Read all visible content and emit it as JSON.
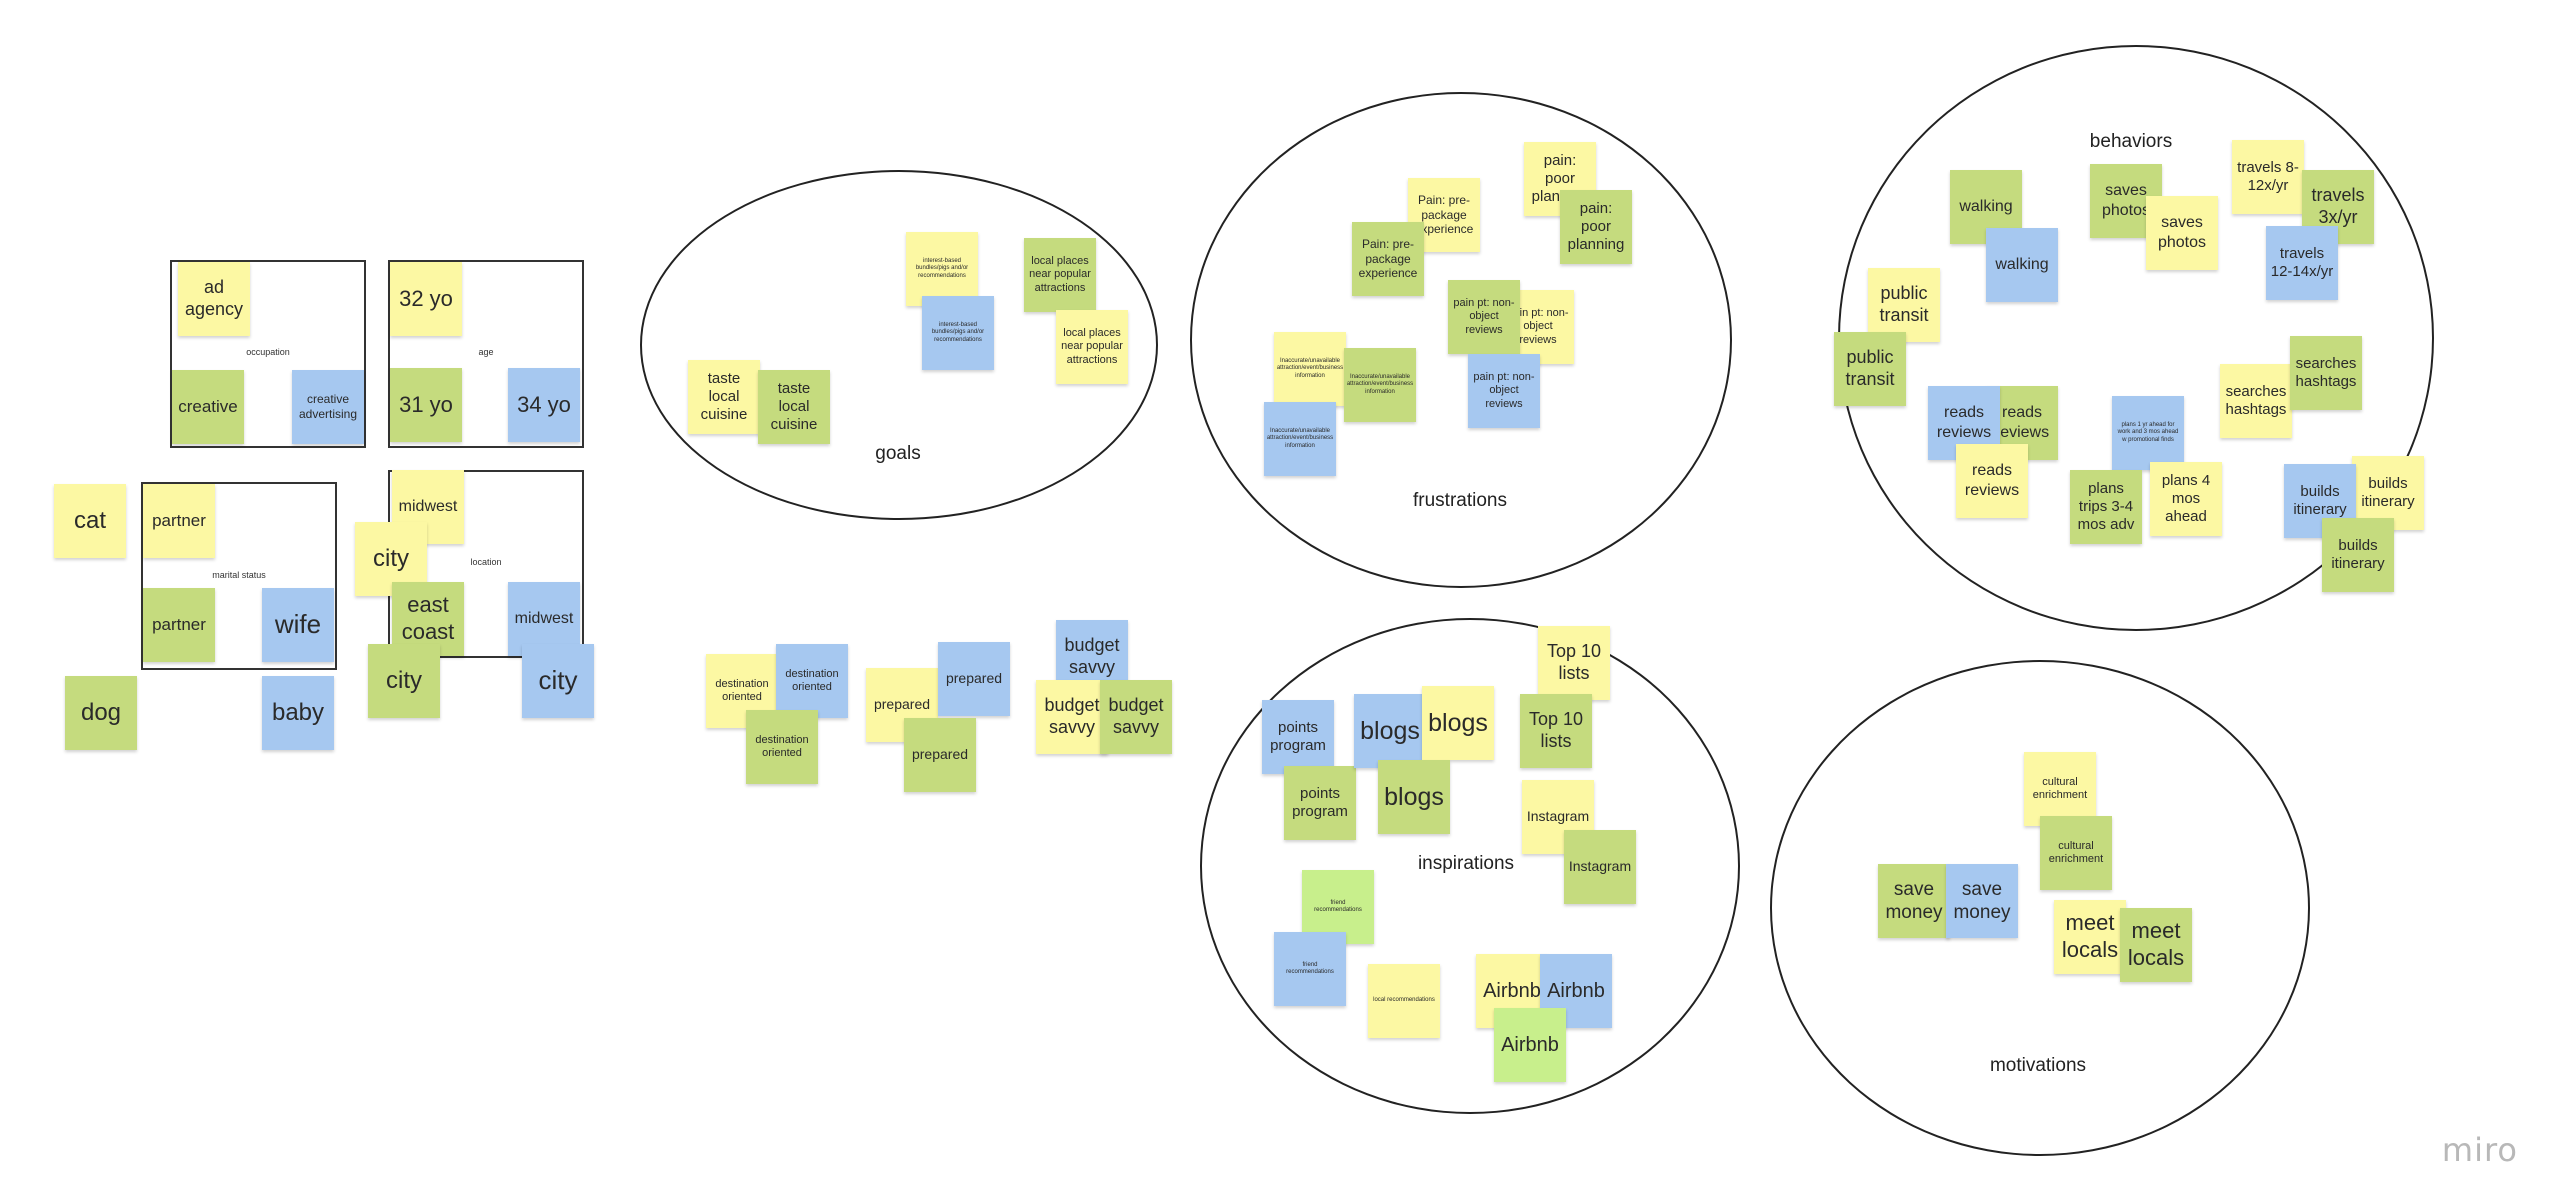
{
  "frames": [
    {
      "id": "occupation",
      "label": "occupation"
    },
    {
      "id": "age",
      "label": "age"
    },
    {
      "id": "marital",
      "label": "marital status"
    },
    {
      "id": "location",
      "label": "location"
    }
  ],
  "clusters": [
    {
      "id": "goals",
      "label": "goals"
    },
    {
      "id": "frustrations",
      "label": "frustrations"
    },
    {
      "id": "behaviors",
      "label": "behaviors"
    },
    {
      "id": "inspirations",
      "label": "inspirations"
    },
    {
      "id": "motivations",
      "label": "motivations"
    }
  ],
  "notes": [
    {
      "text": "ad agency",
      "color": "yellow"
    },
    {
      "text": "creative",
      "color": "green"
    },
    {
      "text": "creative advertising",
      "color": "blue"
    },
    {
      "text": "32 yo",
      "color": "yellow"
    },
    {
      "text": "31 yo",
      "color": "green"
    },
    {
      "text": "34 yo",
      "color": "blue"
    },
    {
      "text": "cat",
      "color": "yellow"
    },
    {
      "text": "dog",
      "color": "green"
    },
    {
      "text": "partner",
      "color": "yellow"
    },
    {
      "text": "partner",
      "color": "green"
    },
    {
      "text": "wife",
      "color": "blue"
    },
    {
      "text": "baby",
      "color": "blue"
    },
    {
      "text": "midwest",
      "color": "yellow"
    },
    {
      "text": "city",
      "color": "yellow"
    },
    {
      "text": "east coast",
      "color": "green"
    },
    {
      "text": "city",
      "color": "green"
    },
    {
      "text": "midwest",
      "color": "blue"
    },
    {
      "text": "city",
      "color": "blue"
    },
    {
      "text": "taste local cuisine",
      "color": "yellow"
    },
    {
      "text": "taste local cuisine",
      "color": "green"
    },
    {
      "text": "interest-based bundles/pigs and/or recommendations",
      "color": "yellow"
    },
    {
      "text": "interest-based bundles/pigs and/or recommendations",
      "color": "blue"
    },
    {
      "text": "local places near popular attractions",
      "color": "green"
    },
    {
      "text": "local places near popular attractions",
      "color": "yellow"
    },
    {
      "text": "destination oriented",
      "color": "yellow"
    },
    {
      "text": "destination oriented",
      "color": "blue"
    },
    {
      "text": "destination oriented",
      "color": "green"
    },
    {
      "text": "prepared",
      "color": "yellow"
    },
    {
      "text": "prepared",
      "color": "blue"
    },
    {
      "text": "prepared",
      "color": "green"
    },
    {
      "text": "budget savvy",
      "color": "blue"
    },
    {
      "text": "budget savvy",
      "color": "yellow"
    },
    {
      "text": "budget savvy",
      "color": "green"
    },
    {
      "text": "Pain: pre-package experience",
      "color": "yellow"
    },
    {
      "text": "Pain: pre-package experience",
      "color": "green"
    },
    {
      "text": "pain: poor planning",
      "color": "yellow"
    },
    {
      "text": "pain: poor planning",
      "color": "green"
    },
    {
      "text": "Inaccurate/unavailable attraction/event/business information",
      "color": "yellow"
    },
    {
      "text": "Inaccurate/unavailable attraction/event/business information",
      "color": "green"
    },
    {
      "text": "Inaccurate/unavailable attraction/event/business information",
      "color": "blue"
    },
    {
      "text": "pain pt: non-object reviews",
      "color": "yellow"
    },
    {
      "text": "pain pt: non-object reviews",
      "color": "green"
    },
    {
      "text": "pain pt: non-object reviews",
      "color": "blue"
    },
    {
      "text": "walking",
      "color": "green"
    },
    {
      "text": "walking",
      "color": "blue"
    },
    {
      "text": "saves photos",
      "color": "green"
    },
    {
      "text": "saves photos",
      "color": "yellow"
    },
    {
      "text": "travels 8-12x/yr",
      "color": "yellow"
    },
    {
      "text": "travels 3x/yr",
      "color": "green"
    },
    {
      "text": "travels 12-14x/yr",
      "color": "blue"
    },
    {
      "text": "public transit",
      "color": "yellow"
    },
    {
      "text": "public transit",
      "color": "green"
    },
    {
      "text": "reads reviews",
      "color": "green"
    },
    {
      "text": "reads reviews",
      "color": "blue"
    },
    {
      "text": "reads reviews",
      "color": "yellow"
    },
    {
      "text": "plans 1 yr ahead for work and 3 mos ahead w promotional finds",
      "color": "blue"
    },
    {
      "text": "plans trips 3-4 mos adv",
      "color": "green"
    },
    {
      "text": "plans 4 mos ahead",
      "color": "yellow"
    },
    {
      "text": "searches hashtags",
      "color": "yellow"
    },
    {
      "text": "searches hashtags",
      "color": "green"
    },
    {
      "text": "builds itinerary",
      "color": "yellow"
    },
    {
      "text": "builds itinerary",
      "color": "blue"
    },
    {
      "text": "builds itinerary",
      "color": "green"
    },
    {
      "text": "Top 10 lists",
      "color": "yellow"
    },
    {
      "text": "Top 10 lists",
      "color": "green"
    },
    {
      "text": "points program",
      "color": "blue"
    },
    {
      "text": "points program",
      "color": "green"
    },
    {
      "text": "blogs",
      "color": "blue"
    },
    {
      "text": "blogs",
      "color": "yellow"
    },
    {
      "text": "blogs",
      "color": "green"
    },
    {
      "text": "Instagram",
      "color": "yellow"
    },
    {
      "text": "Instagram",
      "color": "green"
    },
    {
      "text": "friend recommendations",
      "color": "lightgreen"
    },
    {
      "text": "friend recommendations",
      "color": "blue"
    },
    {
      "text": "local recommendations",
      "color": "yellow"
    },
    {
      "text": "Airbnb",
      "color": "yellow"
    },
    {
      "text": "Airbnb",
      "color": "blue"
    },
    {
      "text": "Airbnb",
      "color": "lightgreen"
    },
    {
      "text": "cultural enrichment",
      "color": "yellow"
    },
    {
      "text": "cultural enrichment",
      "color": "green"
    },
    {
      "text": "save money",
      "color": "green"
    },
    {
      "text": "save money",
      "color": "blue"
    },
    {
      "text": "meet locals",
      "color": "yellow"
    },
    {
      "text": "meet locals",
      "color": "green"
    }
  ],
  "colors": {
    "yellow": "#fcf8a3",
    "green": "#c5db7e",
    "blue": "#a6c8f0",
    "lightgreen": "#c8ef8c"
  },
  "logo": "miro"
}
